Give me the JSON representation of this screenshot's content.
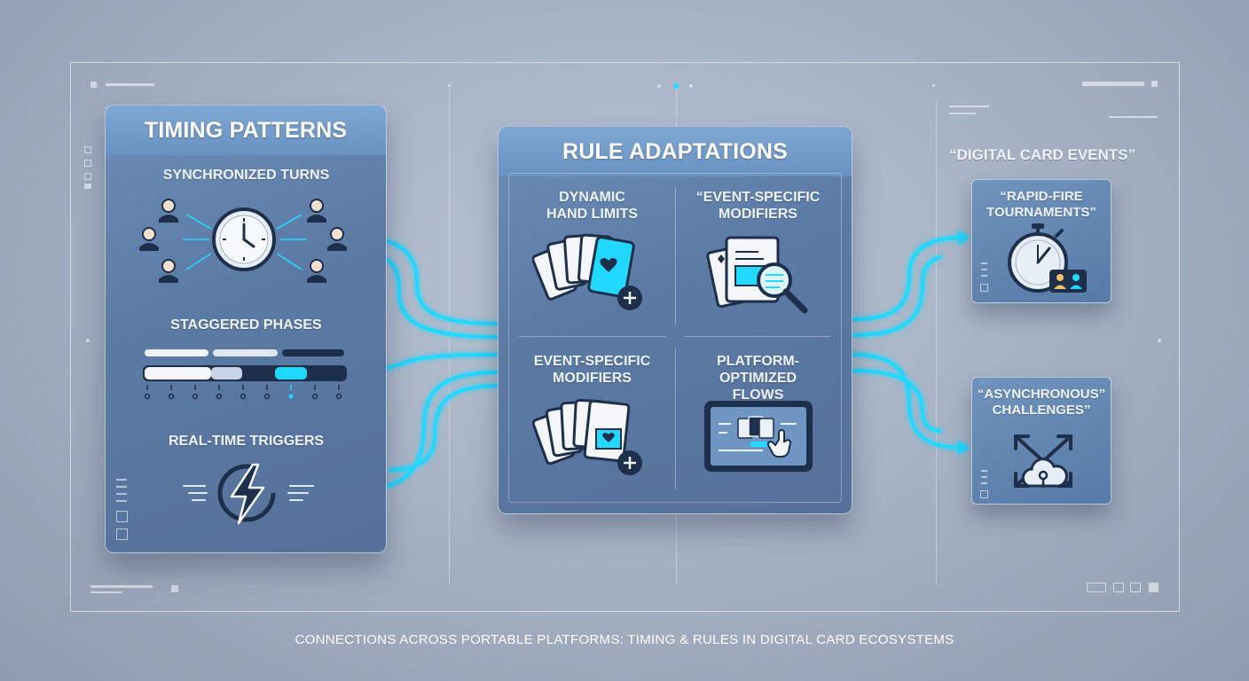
{
  "timing_patterns": {
    "title": "TIMING PATTERNS",
    "items": [
      {
        "label": "SYNCHRONIZED TURNS",
        "icon": "clock-players-icon"
      },
      {
        "label": "STAGGERED PHASES",
        "icon": "phase-bars-icon"
      },
      {
        "label": "REAL-TIME TRIGGERS",
        "icon": "lightning-icon"
      }
    ]
  },
  "rule_adaptations": {
    "title": "RULE ADAPTATIONS",
    "cells": [
      {
        "line1": "DYNAMIC",
        "line2": "HAND LIMITS",
        "icon": "card-fan-plus-icon"
      },
      {
        "line1": "“EVENT-SPECIFIC",
        "line2": "MODIFIERS",
        "icon": "document-magnifier-icon"
      },
      {
        "line1": "EVENT-SPECIFIC",
        "line2": "MODIFIERS",
        "icon": "cards-document-plus-icon"
      },
      {
        "line1": "PLATFORM-OPTIMIZED",
        "line2": "FLOWS",
        "icon": "tablet-touch-icon"
      }
    ]
  },
  "digital_card_events": {
    "title": "“DIGITAL CARD EVENTS”",
    "items": [
      {
        "line1": "“RAPID-FIRE",
        "line2": "TOURNAMENTS”",
        "icon": "stopwatch-users-icon"
      },
      {
        "line1": "“ASYNCHRONOUS”",
        "line2": "CHALLENGES”",
        "icon": "cloud-arrows-icon"
      }
    ]
  },
  "caption": "CONNECTIONS ACROSS PORTABLE PLATFORMS: TIMING & RULES IN DIGITAL CARD ECOSYSTEMS",
  "colors": {
    "accent": "#22d8ff",
    "panel": "#5a7aa4",
    "panel_head": "#7ea7d3",
    "background": "#a3afc1"
  }
}
